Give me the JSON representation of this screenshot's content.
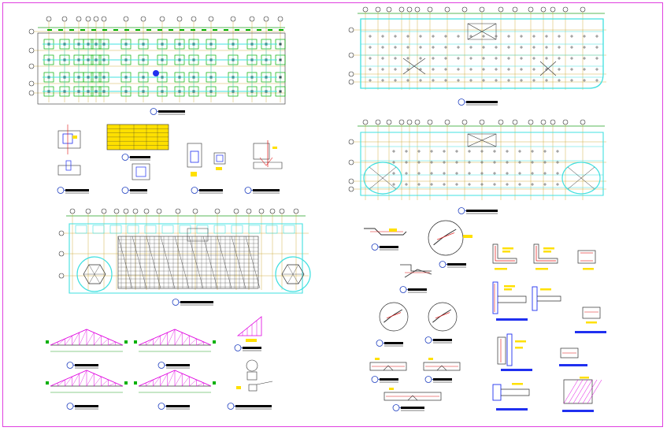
{
  "sheet": {
    "background": "#ffffff",
    "border_color": "#e040e0",
    "palette": {
      "grid_line": "#c8a020",
      "column": "#00b000",
      "beam": "#40e0e0",
      "dimension": "#20a020",
      "detail_line": "#303030",
      "truss": "#e000e0",
      "reinforcement": "#e01010",
      "highlight": "#2030f0",
      "annotation": "#ffe000",
      "title_bar": "#000000",
      "bubble": "#2040c0"
    },
    "drawings": [
      {
        "id": "foundation-plan",
        "kind": "column-foundation-layout"
      },
      {
        "id": "footing-details",
        "kind": "footing-and-column-sections"
      },
      {
        "id": "roof-framing-plan",
        "kind": "roof-framing-with-domes"
      },
      {
        "id": "roof-trusses",
        "kind": "truss-elevations"
      },
      {
        "id": "slab-plan-upper",
        "kind": "slab-reinforcement-plan"
      },
      {
        "id": "slab-plan-lower",
        "kind": "slab-reinforcement-plan-with-domes"
      },
      {
        "id": "joint-details",
        "kind": "connection-details"
      },
      {
        "id": "typical-wall-details",
        "kind": "typical-wall-and-slab-details"
      }
    ]
  }
}
